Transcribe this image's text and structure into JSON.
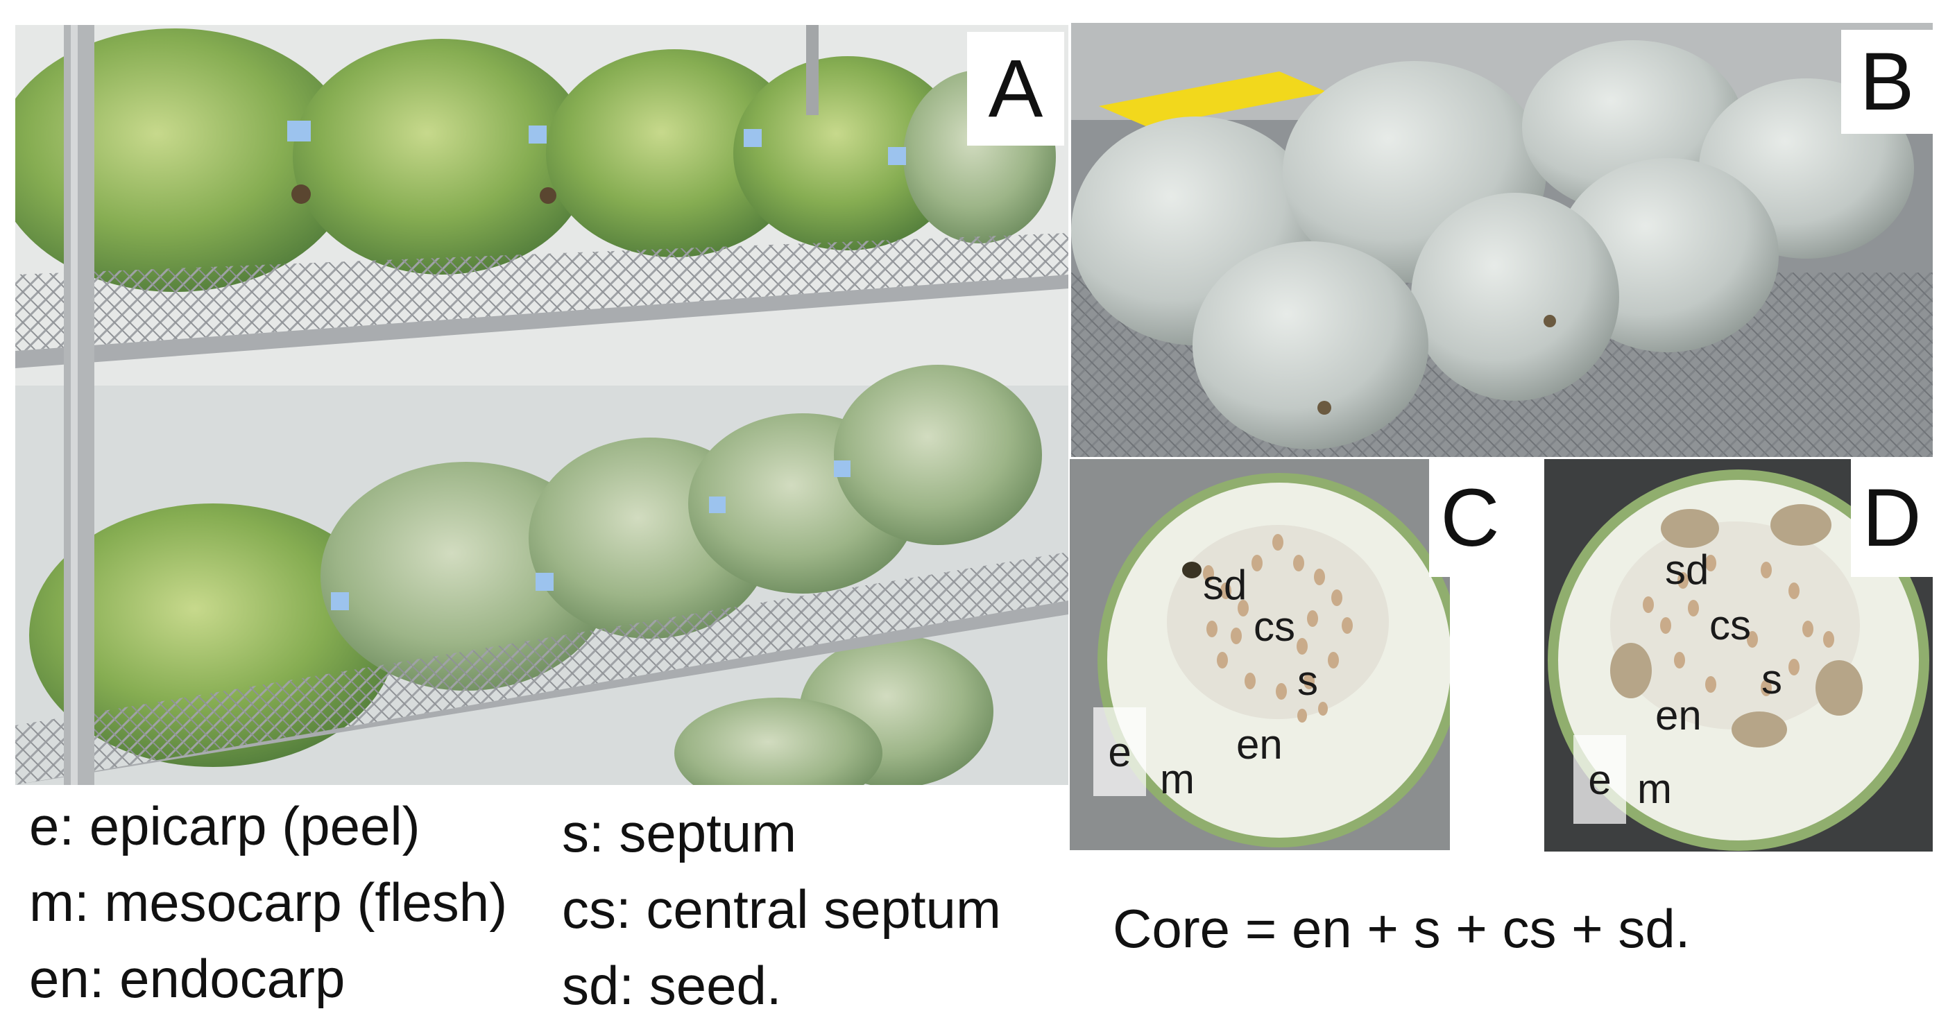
{
  "panels": {
    "a": {
      "tag": "A"
    },
    "b": {
      "tag": "B"
    },
    "c": {
      "tag": "C",
      "labels": {
        "sd": "sd",
        "cs": "cs",
        "s": "s",
        "en": "en",
        "e": "e",
        "m": "m"
      }
    },
    "d": {
      "tag": "D",
      "labels": {
        "sd": "sd",
        "cs": "cs",
        "s": "s",
        "en": "en",
        "e": "e",
        "m": "m"
      }
    }
  },
  "legend": {
    "left": [
      "e: epicarp (peel)",
      "m: mesocarp (flesh)",
      "en: endocarp"
    ],
    "middle": [
      "s: septum",
      "cs: central septum",
      "sd: seed."
    ],
    "formula": "Core = en + s + cs + sd."
  },
  "colors": {
    "melon_green": "#7fa850",
    "melon_pale": "#b9c9a6",
    "waxy_gray": "#c9cfcb",
    "flesh": "#eef0e6",
    "rind": "#8aa866",
    "seed": "#c9ab8a",
    "shelf": "#b6b8ba",
    "tray": "#f2d81c"
  }
}
